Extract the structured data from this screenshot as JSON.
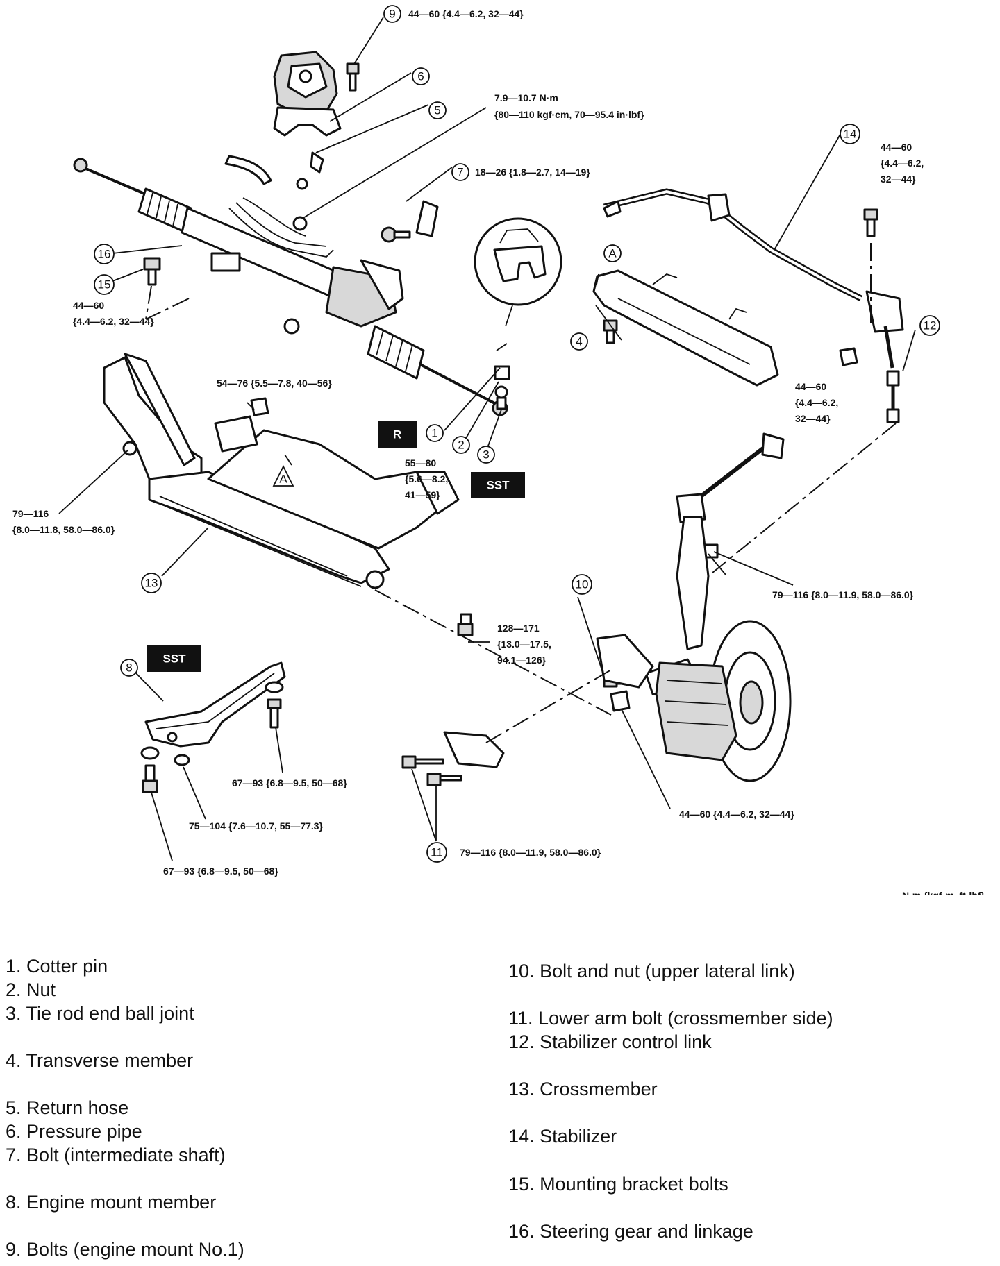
{
  "callouts": [
    {
      "num": "1"
    },
    {
      "num": "2"
    },
    {
      "num": "3"
    },
    {
      "num": "4"
    },
    {
      "num": "5"
    },
    {
      "num": "6"
    },
    {
      "num": "7"
    },
    {
      "num": "8"
    },
    {
      "num": "9"
    },
    {
      "num": "10"
    },
    {
      "num": "11"
    },
    {
      "num": "12"
    },
    {
      "num": "13"
    },
    {
      "num": "14"
    },
    {
      "num": "15"
    },
    {
      "num": "16"
    }
  ],
  "ref_label": "A",
  "badges": {
    "r": "R",
    "sst": "SST"
  },
  "torques": {
    "t9": "44—60 {4.4—6.2, 32—44}",
    "t5_line1": "7.9—10.7 N·m",
    "t5_line2": "{80—110 kgf·cm, 70—95.4 in·lbf}",
    "t7": "18—26 {1.8—2.7, 14—19}",
    "t14_line1": "44—60",
    "t14_line2": "{4.4—6.2,",
    "t14_line3": "32—44}",
    "t15_line1": "44—60",
    "t15_line2": "{4.4—6.2, 32—44}",
    "t13a": "54—76 {5.5—7.8, 40—56}",
    "t12_line1": "44—60",
    "t12_line2": "{4.4—6.2,",
    "t12_line3": "32—44}",
    "t2_line1": "55—80",
    "t2_line2": "{5.6—8.2,",
    "t2_line3": "41—59}",
    "t13b_line1": "79—116",
    "t13b_line2": "{8.0—11.8, 58.0—86.0}",
    "t10": "79—116 {8.0—11.9, 58.0—86.0}",
    "t13c_line1": "128—171",
    "t13c_line2": "{13.0—17.5,",
    "t13c_line3": "94.1—126}",
    "t8a": "67—93 {6.8—9.5, 50—68}",
    "t8b": "75—104 {7.6—10.7, 55—77.3}",
    "t8c": "67—93 {6.8—9.5, 50—68}",
    "t11": "79—116 {8.0—11.9, 58.0—86.0}",
    "t_knuckle": "44—60 {4.4—6.2, 32—44}"
  },
  "units": "N·m {kgf·m, ft·lbf}",
  "legend": [
    {
      "num": "1.",
      "text": "Cotter pin"
    },
    {
      "num": "2.",
      "text": "Nut"
    },
    {
      "num": "3.",
      "text": "Tie rod end ball joint"
    },
    {
      "num": "4.",
      "text": "Transverse member"
    },
    {
      "num": "5.",
      "text": "Return hose"
    },
    {
      "num": "6.",
      "text": "Pressure pipe"
    },
    {
      "num": "7.",
      "text": "Bolt (intermediate shaft)"
    },
    {
      "num": "8.",
      "text": "Engine mount member"
    },
    {
      "num": "9.",
      "text": "Bolts (engine mount No.1)"
    },
    {
      "num": "10.",
      "text": "Bolt and nut (upper lateral link)"
    },
    {
      "num": "11.",
      "text": "Lower arm bolt (crossmember side)"
    },
    {
      "num": "12.",
      "text": "Stabilizer control link"
    },
    {
      "num": "13.",
      "text": "Crossmember"
    },
    {
      "num": "14.",
      "text": "Stabilizer"
    },
    {
      "num": "15.",
      "text": "Mounting bracket bolts"
    },
    {
      "num": "16.",
      "text": "Steering gear and linkage"
    }
  ]
}
